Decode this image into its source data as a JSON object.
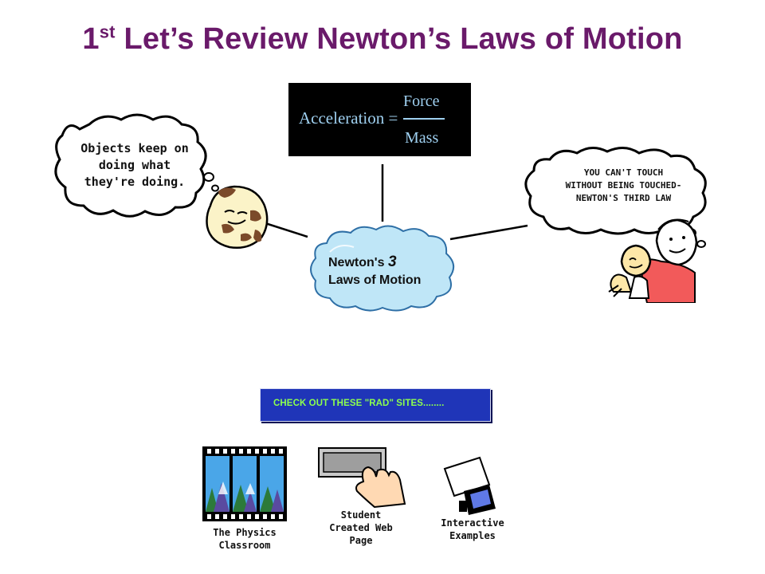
{
  "slide": {
    "title_number": "1",
    "title_superscript": "st",
    "title_text": "Let’s Review Newton’s Laws of Motion"
  },
  "formula": {
    "lhs": "Acceleration =",
    "numerator": "Force",
    "denominator": "Mass"
  },
  "first_law_bubble": {
    "line1": "Objects keep on",
    "line2": "doing what",
    "line3": "they're doing."
  },
  "third_law_bubble": {
    "line1": "YOU CAN'T TOUCH",
    "line2": "WITHOUT BEING TOUCHED-",
    "line3": "NEWTON'S THIRD LAW"
  },
  "center_cloud": {
    "line1_text": "Newton's",
    "line1_num": "3",
    "line2": "Laws of Motion"
  },
  "rad_banner": {
    "label": "CHECK OUT THESE \"RAD\" SITES........"
  },
  "links": [
    {
      "label_line1": "The Physics",
      "label_line2": "Classroom",
      "icon": "film-strip-icon"
    },
    {
      "label_line1": "Student",
      "label_line2": "Created Web",
      "label_line3": "Page",
      "icon": "keyboard-hand-icon"
    },
    {
      "label_line1": "Interactive",
      "label_line2": "Examples",
      "icon": "computer-icon"
    }
  ],
  "colors": {
    "title": "#6a1a6a",
    "banner_bg": "#1f35b8",
    "banner_text": "#8cff4f",
    "formula_text": "#9fd0f0",
    "cloud_fill": "#bfe6f7"
  }
}
